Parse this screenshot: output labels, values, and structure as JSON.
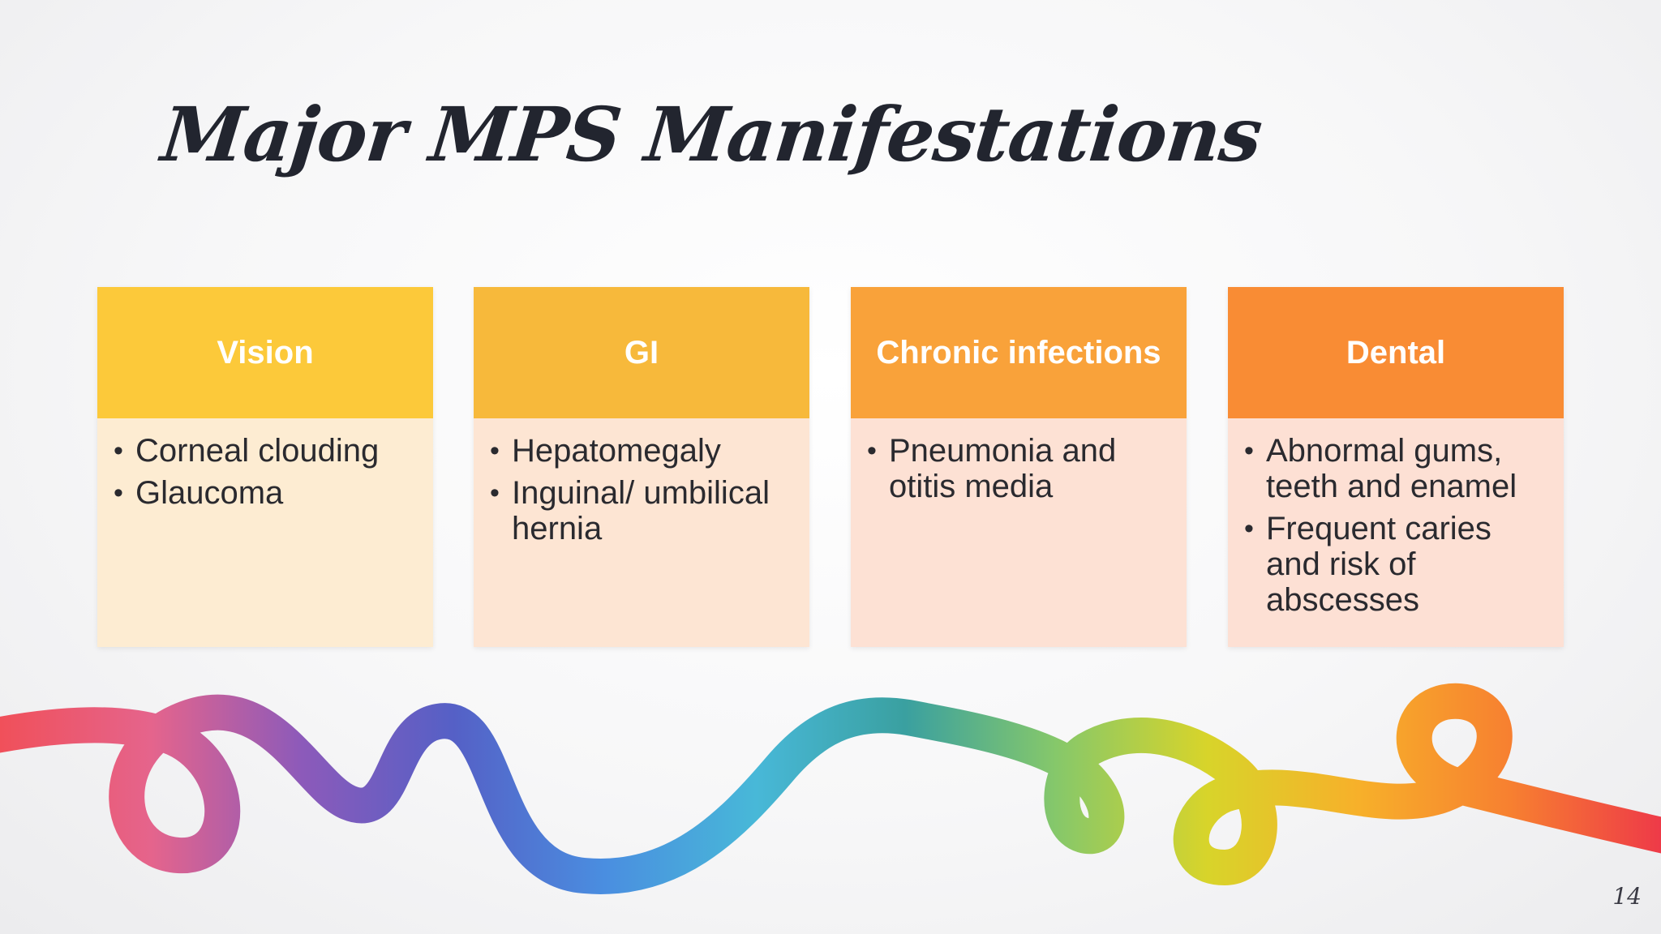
{
  "slide": {
    "title": "Major MPS Manifestations",
    "page_number": "14"
  },
  "cards": [
    {
      "heading": "Vision",
      "head_color": "#fcc93a",
      "body_color": "#fdecd2",
      "bullets": [
        "Corneal clouding",
        "Glaucoma"
      ]
    },
    {
      "heading": "GI",
      "head_color": "#f7b93b",
      "body_color": "#fde5d3",
      "bullets": [
        "Hepatomegaly",
        "Inguinal/ umbilical hernia"
      ]
    },
    {
      "heading": "Chronic infections",
      "head_color": "#f9a23a",
      "body_color": "#fde1d4",
      "bullets": [
        "Pneumonia and otitis media"
      ]
    },
    {
      "heading": "Dental",
      "head_color": "#f98c34",
      "body_color": "#fde0d4",
      "bullets": [
        "Abnormal gums, teeth and enamel",
        "Frequent caries and risk of abscesses"
      ]
    }
  ],
  "decoration": {
    "ribbon_colors": [
      "#f0505a",
      "#e5648c",
      "#8c5aba",
      "#5560c6",
      "#4a8ee0",
      "#48b8d8",
      "#3aa0a0",
      "#86c86a",
      "#d8d42a",
      "#f7b02a",
      "#f78030",
      "#ee3a48"
    ]
  }
}
